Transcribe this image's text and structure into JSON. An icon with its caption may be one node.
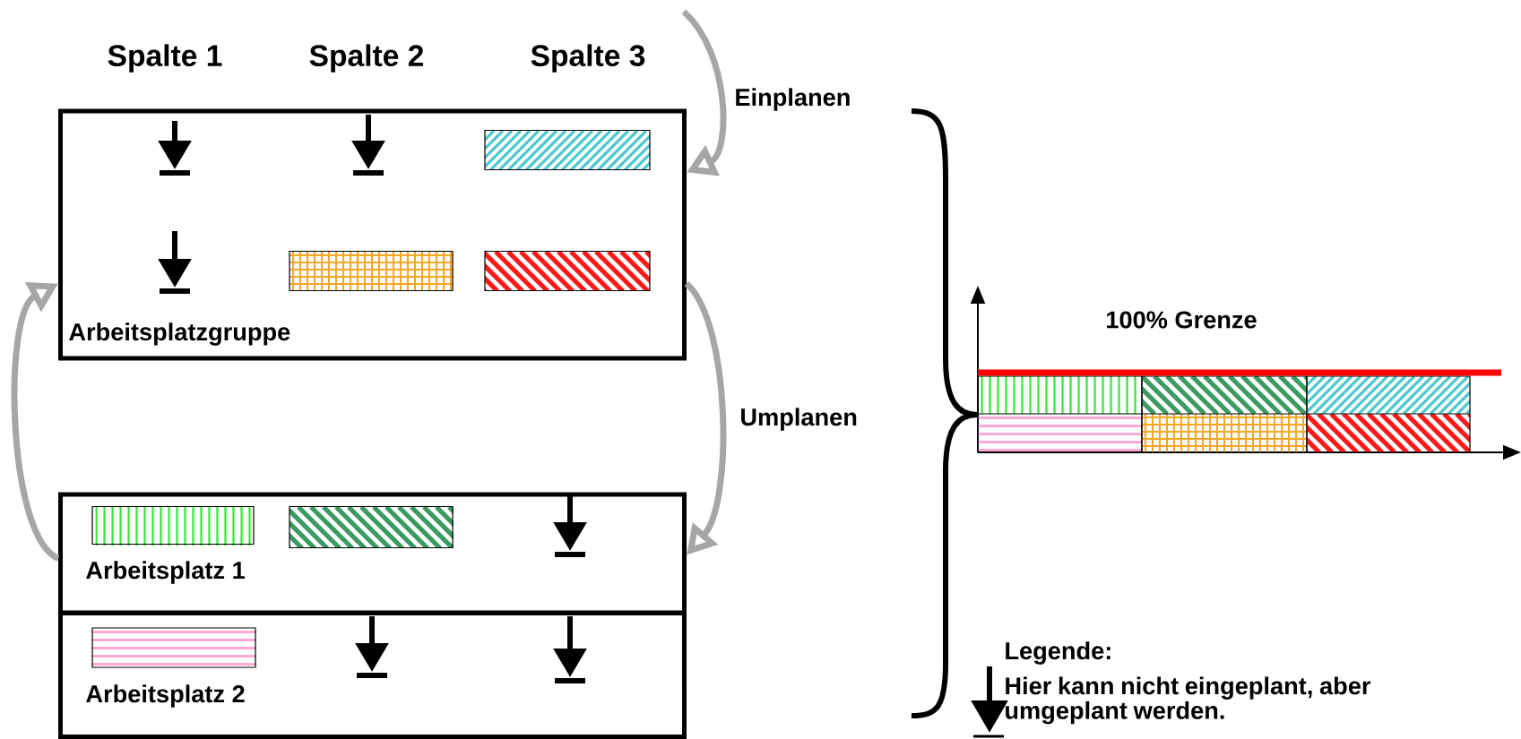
{
  "diagram": {
    "nodes": [
      {
        "text": [
          "Arbeitsplatzgruppe"
        ]
      },
      {
        "text": [],
        "shape": "bar",
        "in": 0
      },
      {
        "text": [],
        "shape": "bar",
        "in": 0
      },
      {
        "text": [],
        "shape": "bar",
        "in": 0
      },
      {
        "text": [
          "Arbeitsplatz 1"
        ]
      },
      {
        "text": [],
        "shape": "bar",
        "in": 4
      },
      {
        "text": [],
        "shape": "bar",
        "in": 4
      },
      {
        "text": [
          "Arbeitsplatz 2"
        ]
      },
      {
        "text": [],
        "shape": "bar",
        "in": 7
      }
    ],
    "edges": [
      {
        "from": null,
        "to": 0,
        "arrow": "to",
        "label": "Einplanen"
      },
      {
        "from": 0,
        "to": 4,
        "arrow": "to",
        "label": "Umplanen"
      },
      {
        "from": 4,
        "to": 0,
        "arrow": "to"
      }
    ],
    "labels": [
      "Spalte 1",
      "Spalte 2",
      "Spalte 3",
      "100% Grenze",
      "Legende:"
    ],
    "legend": [
      {
        "text": "Hier kann nicht eingeplant, aber umgeplant werden."
      }
    ]
  }
}
